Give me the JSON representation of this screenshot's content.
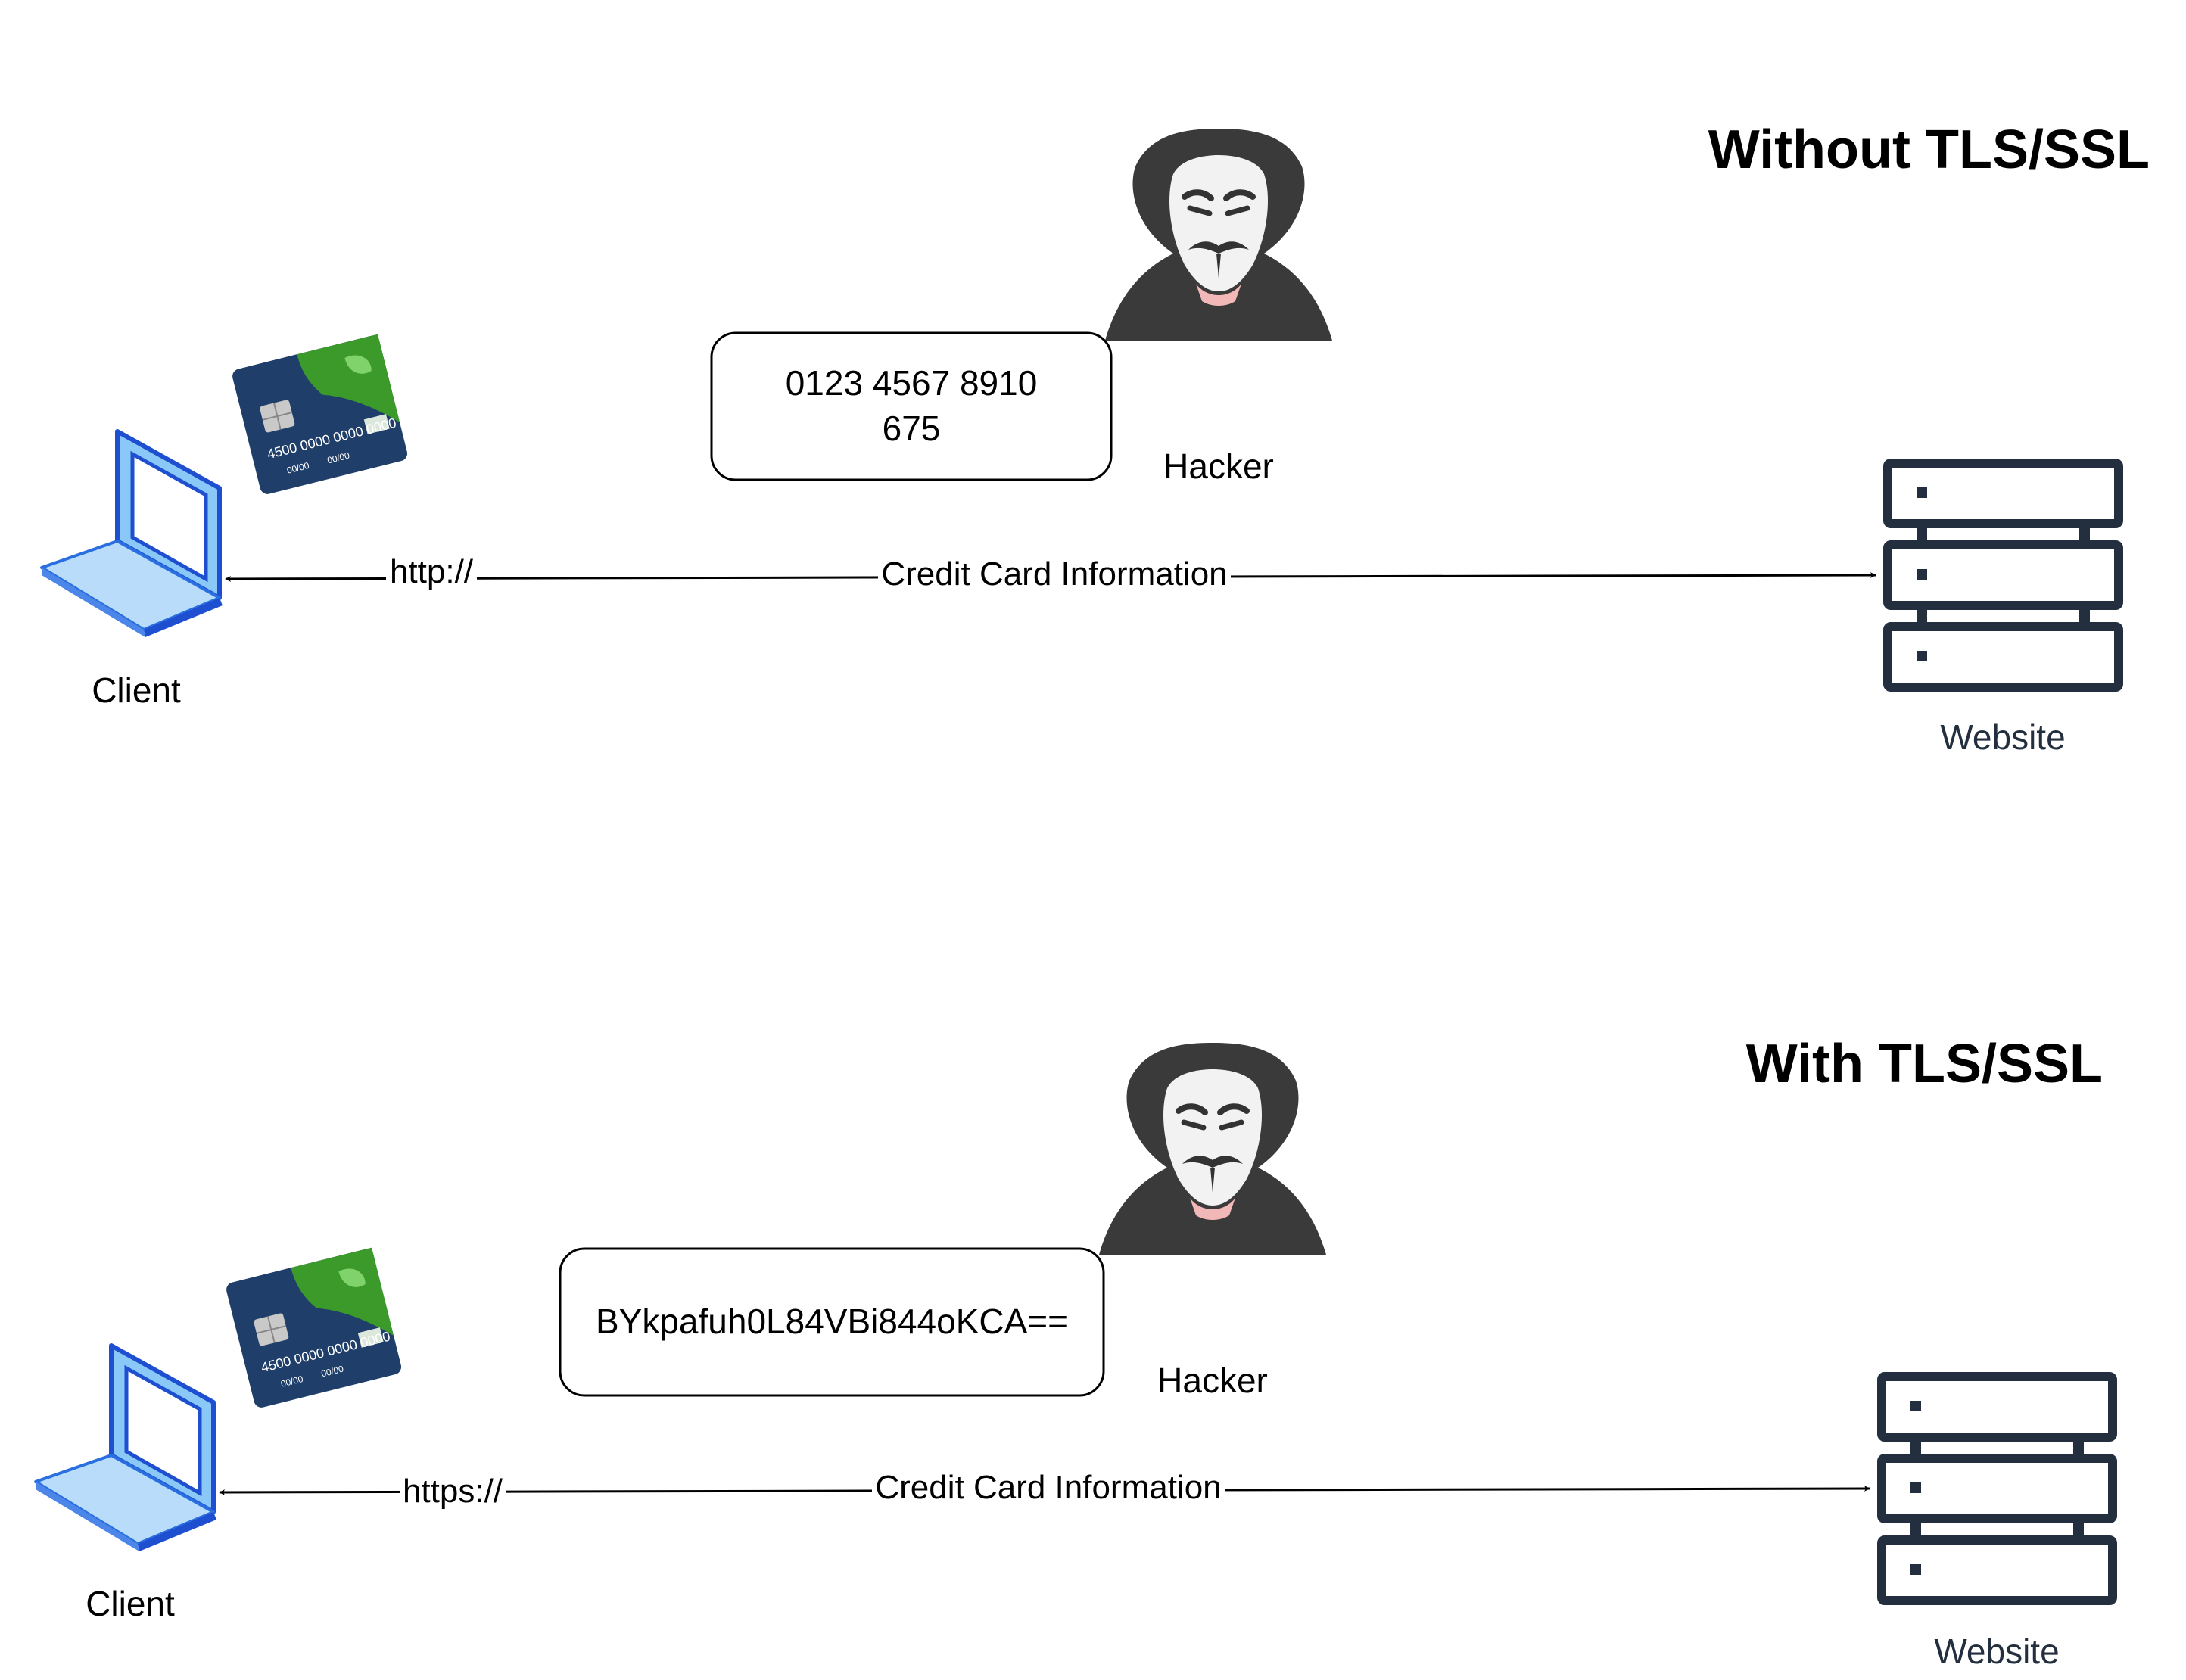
{
  "colors": {
    "arrow": "#000000",
    "server": "#232f3e",
    "laptop_light": "#8ac8f8",
    "laptop_dark": "#1e4fd0",
    "hacker_hood": "#3a3a3a",
    "mask": "#f2f2f2",
    "card_green": "#3c9a2a",
    "card_blue": "#1f3f6a"
  },
  "icons": {
    "client": "laptop-icon",
    "card": "credit-card-icon",
    "hacker": "anonymous-hacker-icon",
    "website": "server-rack-icon"
  },
  "scenarios": [
    {
      "title": "Without TLS/SSL",
      "client_label": "Client",
      "hacker_label": "Hacker",
      "website_label": "Website",
      "intercepted_lines": [
        "0123 4567 8910",
        "675"
      ],
      "protocol_label": "http://",
      "payload_label": "Credit Card Information"
    },
    {
      "title": "With TLS/SSL",
      "client_label": "Client",
      "hacker_label": "Hacker",
      "website_label": "Website",
      "intercepted_lines": [
        "BYkpafuh0L84VBi844oKCA=="
      ],
      "protocol_label": "https://",
      "payload_label": "Credit Card Information"
    }
  ]
}
